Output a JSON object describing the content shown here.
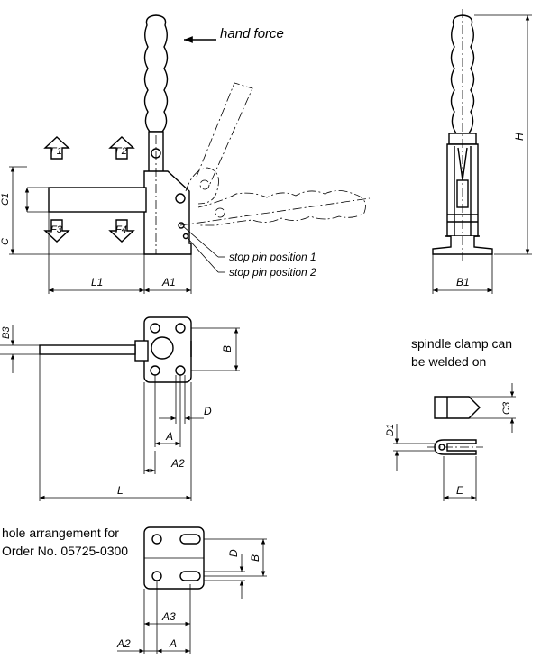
{
  "front_view": {
    "hand_force": "hand force",
    "forces": [
      "F1",
      "F2",
      "F3",
      "F4"
    ],
    "stop_pin_1": "stop pin position 1",
    "stop_pin_2": "stop pin position 2",
    "dims": {
      "C": "C",
      "C1": "C1",
      "L1": "L1",
      "A1": "A1"
    }
  },
  "side_view": {
    "dims": {
      "H": "H",
      "B1": "B1"
    }
  },
  "top_view": {
    "dims": {
      "B3": "B3",
      "B": "B",
      "D": "D",
      "A": "A",
      "A2": "A2",
      "L": "L"
    }
  },
  "spindle": {
    "note_line1": "spindle clamp can",
    "note_line2": "be welded on",
    "dims": {
      "D1": "D1",
      "C3": "C3",
      "E": "E"
    }
  },
  "hole_arrangement": {
    "note_line1": "hole arrangement for",
    "note_line2": "Order No. 05725-0300",
    "dims": {
      "D": "D",
      "B": "B",
      "A3": "A3",
      "A2": "A2",
      "A": "A"
    }
  }
}
